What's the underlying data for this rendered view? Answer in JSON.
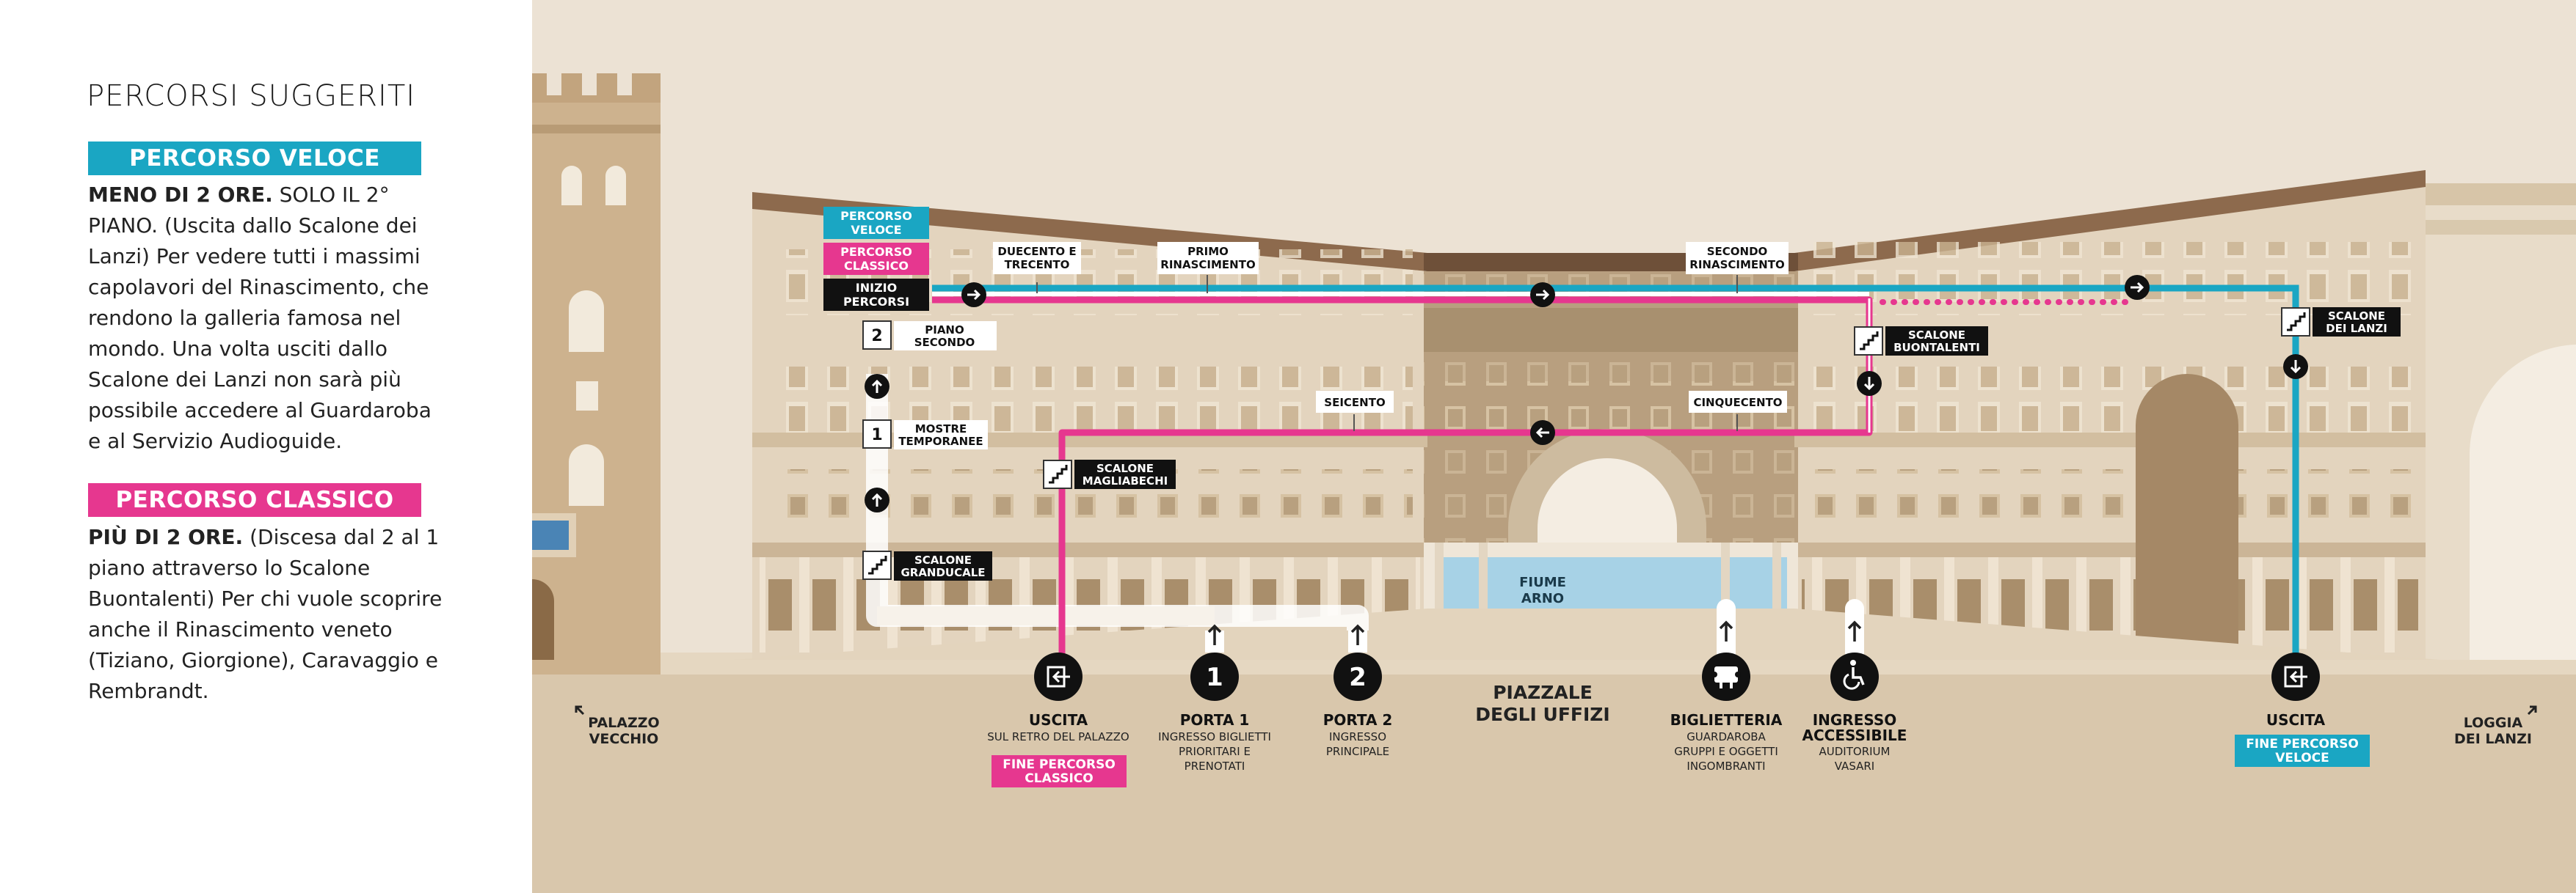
{
  "panel": {
    "title": "PERCORSI SUGGERITI",
    "veloce": {
      "heading": "PERCORSO VELOCE",
      "bold": "MENO DI 2 ORE.",
      "text": "SOLO IL 2° PIANO. (Uscita dallo Scalone dei Lanzi) Per vedere tutti i massimi capolavori del Rinascimento, che rendono la galleria famosa nel mondo. Una volta usciti dallo Scalone dei Lanzi non sarà più possibile accedere al Guardaroba e al Servizio Audioguide."
    },
    "classico": {
      "heading": "PERCORSO CLASSICO",
      "bold": "PIÙ DI 2 ORE.",
      "text": "(Discesa dal 2 al 1 piano attraverso lo Scalone Buontalenti) Per chi vuole scoprire anche il Rinascimento veneto (Tiziano, Giorgione), Caravaggio e Rembrandt."
    }
  },
  "colors": {
    "veloce": "#1aa6c3",
    "classico": "#e6378f",
    "dark": "#111111",
    "sand": "#d9c7ac",
    "bg": "#ece2d4"
  },
  "legend": {
    "veloce": [
      "PERCORSO",
      "VELOCE"
    ],
    "classico": [
      "PERCORSO",
      "CLASSICO"
    ],
    "inizio": [
      "INIZIO",
      "PERCORSI"
    ]
  },
  "floors": {
    "second_num": "2",
    "second": [
      "PIANO",
      "SECONDO"
    ],
    "first_num": "1",
    "first": [
      "MOSTRE",
      "TEMPORANEE"
    ]
  },
  "stairs": {
    "granducale": [
      "SCALONE",
      "GRANDUCALE"
    ],
    "magliabechi": [
      "SCALONE",
      "MAGLIABECHI"
    ],
    "buontalenti": [
      "SCALONE",
      "BUONTALENTI"
    ],
    "lanzi": [
      "SCALONE",
      "DEI LANZI"
    ]
  },
  "sections": {
    "duecento": [
      "DUECENTO E",
      "TRECENTO"
    ],
    "primo": [
      "PRIMO",
      "RINASCIMENTO"
    ],
    "secondo": [
      "SECONDO",
      "RINASCIMENTO"
    ],
    "seicento": [
      "SEICENTO"
    ],
    "cinquecento": [
      "CINQUECENTO"
    ]
  },
  "river": [
    "FIUME",
    "ARNO"
  ],
  "piazzale": [
    "PIAZZALE",
    "DEGLI UFFIZI"
  ],
  "palazzo": [
    "PALAZZO",
    "VECCHIO"
  ],
  "loggia": [
    "LOGGIA",
    "DEI LANZI"
  ],
  "points": {
    "uscita_left": {
      "title": "USCITA",
      "sub": [
        "SUL RETRO DEL PALAZZO"
      ],
      "tag": [
        "FINE PERCORSO",
        "CLASSICO"
      ]
    },
    "porta1": {
      "num": "1",
      "title": "PORTA 1",
      "sub": [
        "INGRESSO BIGLIETTI",
        "PRIORITARI E",
        "PRENOTATI"
      ]
    },
    "porta2": {
      "num": "2",
      "title": "PORTA 2",
      "sub": [
        "INGRESSO",
        "PRINCIPALE"
      ]
    },
    "biglietteria": {
      "title": "BIGLIETTERIA",
      "sub": [
        "GUARDAROBA",
        "GRUPPI E OGGETTI",
        "INGOMBRANTI"
      ]
    },
    "accessibile": {
      "title": [
        "INGRESSO",
        "ACCESSIBILE"
      ],
      "sub": [
        "AUDITORIUM",
        "VASARI"
      ]
    },
    "uscita_right": {
      "title": "USCITA",
      "tag": [
        "FINE PERCORSO",
        "VELOCE"
      ]
    }
  },
  "icons": [
    "exit-icon",
    "ticket-icon",
    "wheelchair-icon",
    "stairs-icon",
    "arrow-up-icon",
    "arrow-right-icon",
    "arrow-down-icon",
    "arrow-left-icon"
  ]
}
